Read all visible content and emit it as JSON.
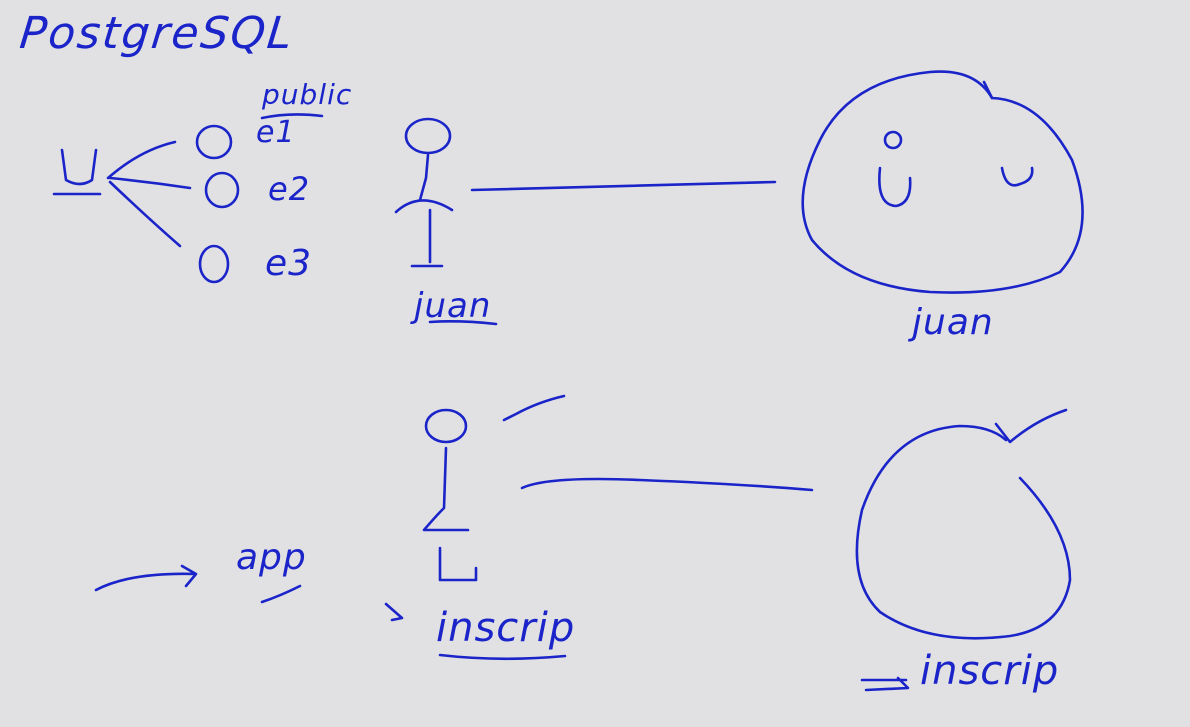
{
  "colors": {
    "background": "#e1e1e3",
    "ink": "#1a24c9"
  },
  "labels": {
    "title": "PostgreSQL",
    "schema": "public",
    "entity_1": "e1",
    "entity_2": "e2",
    "entity_3": "e3",
    "user_top": "juan",
    "db_top": "juan",
    "app": "app",
    "user_bottom": "inscrip",
    "db_bottom": "inscrip"
  }
}
